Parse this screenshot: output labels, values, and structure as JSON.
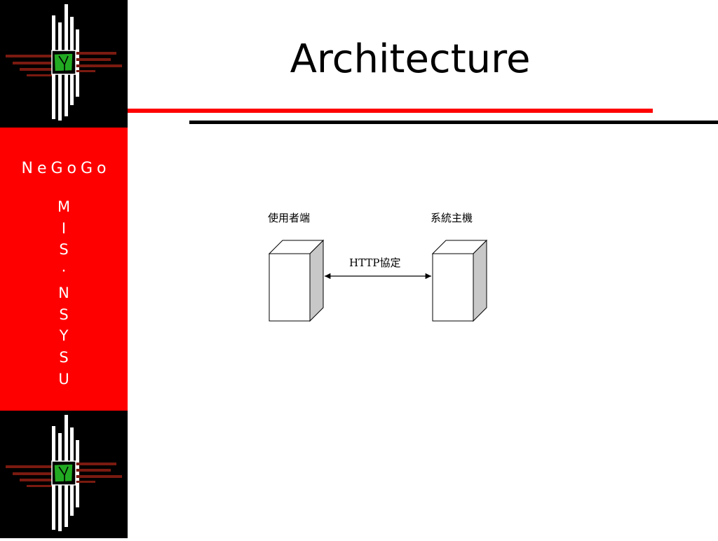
{
  "slide": {
    "title": "Architecture"
  },
  "sidebar": {
    "brand": "NeGoGo",
    "vertical_chars": [
      "M",
      "I",
      "S",
      "‧",
      "N",
      "S",
      "Y",
      "S",
      "U"
    ],
    "logo_icon": "sun-cross-emblem-icon"
  },
  "colors": {
    "sidebar_red": "#ff0000",
    "logo_bg": "#000000",
    "logo_green": "#22aa22",
    "logo_brown": "#7a1a10",
    "rule_red": "#ff0000",
    "rule_black": "#000000"
  },
  "diagram": {
    "client_label": "使用者端",
    "server_label": "系統主機",
    "protocol_label": "HTTP協定"
  }
}
